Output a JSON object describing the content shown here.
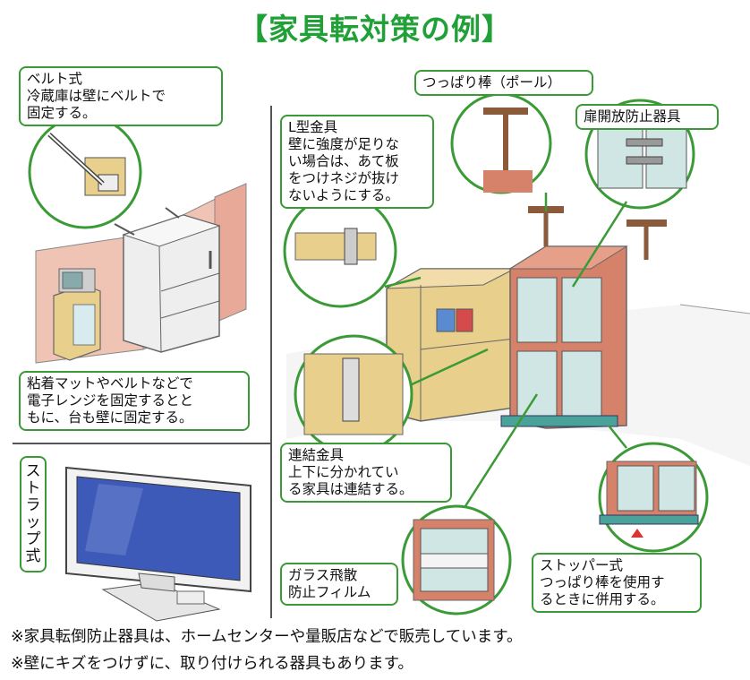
{
  "title": "【家具転対策の例】",
  "callouts": {
    "belt": "ベルト式\n冷蔵庫は壁にベルトで\n固定する。",
    "mat": "粘着マットやベルトなどで\n電子レンジを固定するとと\nもに、台も壁に固定する。",
    "strap": "ストラップ式",
    "pole": "つっぱり棒（ポール）",
    "door": "扉開放防止器具",
    "lbracket": "L型金具\n壁に強度が足りな\nい場合は、あて板\nをつけネジが抜け\nないようにする。",
    "joint": "連結金具\n上下に分かれてい\nる家具は連結する。",
    "film": "ガラス飛散\n防止フィルム",
    "stopper": "ストッパー式\nつっぱり棒を使用す\nるときに併用する。"
  },
  "notes": [
    "※家具転倒防止器具は、ホームセンターや量販店などで販売しています。",
    "※壁にキズをつけずに、取り付けられる器具もあります。"
  ],
  "colors": {
    "title": "#21a037",
    "callout_border": "#3a9a36",
    "wall": "#f0c4b4",
    "cabinet": "#d6826a",
    "glass": "#cfe6e4",
    "wood": "#e8cf8c"
  }
}
